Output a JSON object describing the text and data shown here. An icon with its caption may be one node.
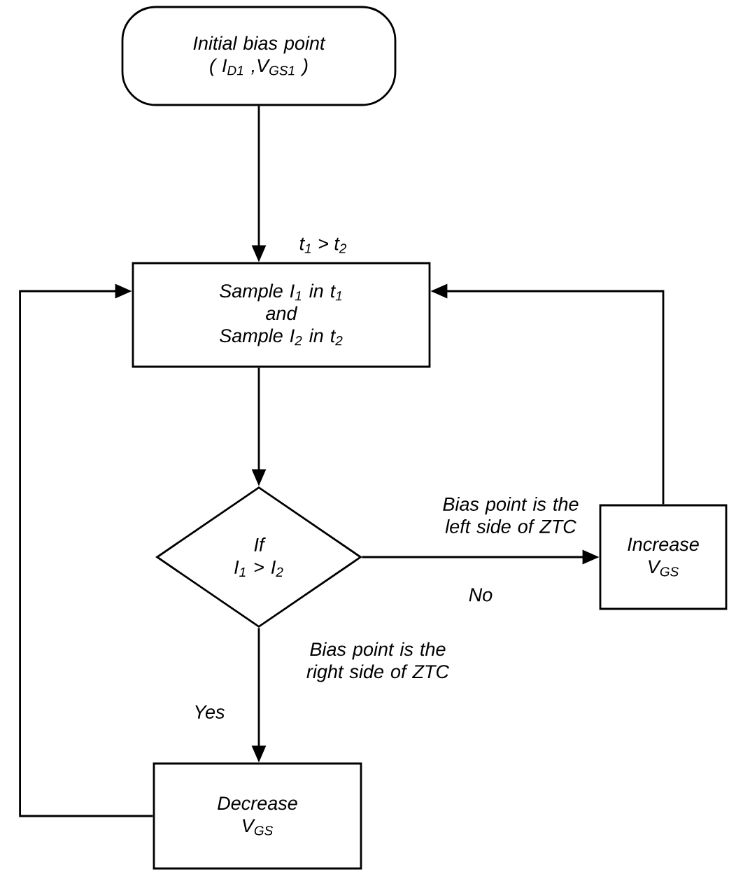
{
  "diagram": {
    "nodes": [
      {
        "text": [
          "Initial bias point",
          "( I$_{D1}$ ,V$_{GS1}$ )"
        ]
      },
      {
        "text": [
          "Sample I$_{1}$ in t$_{1}$",
          "and",
          "Sample I$_{2}$ in t$_{2}$"
        ],
        "beside": [
          "t$_{1}$ > t$_{2}$"
        ]
      },
      {
        "text": [
          "If",
          "I$_{1}$ > I$_{2}$"
        ]
      },
      {
        "text": [
          "Increase V$_{GS}$"
        ]
      },
      {
        "text": [
          "Decrease V$_{GS}$"
        ]
      }
    ],
    "edges": [
      {
        "from": 0,
        "to": 1,
        "arrow": "to"
      },
      {
        "from": 1,
        "to": 2,
        "arrow": "to"
      },
      {
        "from": 2,
        "to": 3,
        "arrow": "to",
        "label": "No"
      },
      {
        "from": 2,
        "to": 4,
        "arrow": "to",
        "label": "Yes"
      },
      {
        "from": 3,
        "to": 1,
        "arrow": "to"
      },
      {
        "from": 4,
        "to": 1,
        "arrow": "to"
      }
    ],
    "labels": [
      "Bias point is the left side of ZTC",
      "Bias point is the right side of ZTC"
    ]
  }
}
